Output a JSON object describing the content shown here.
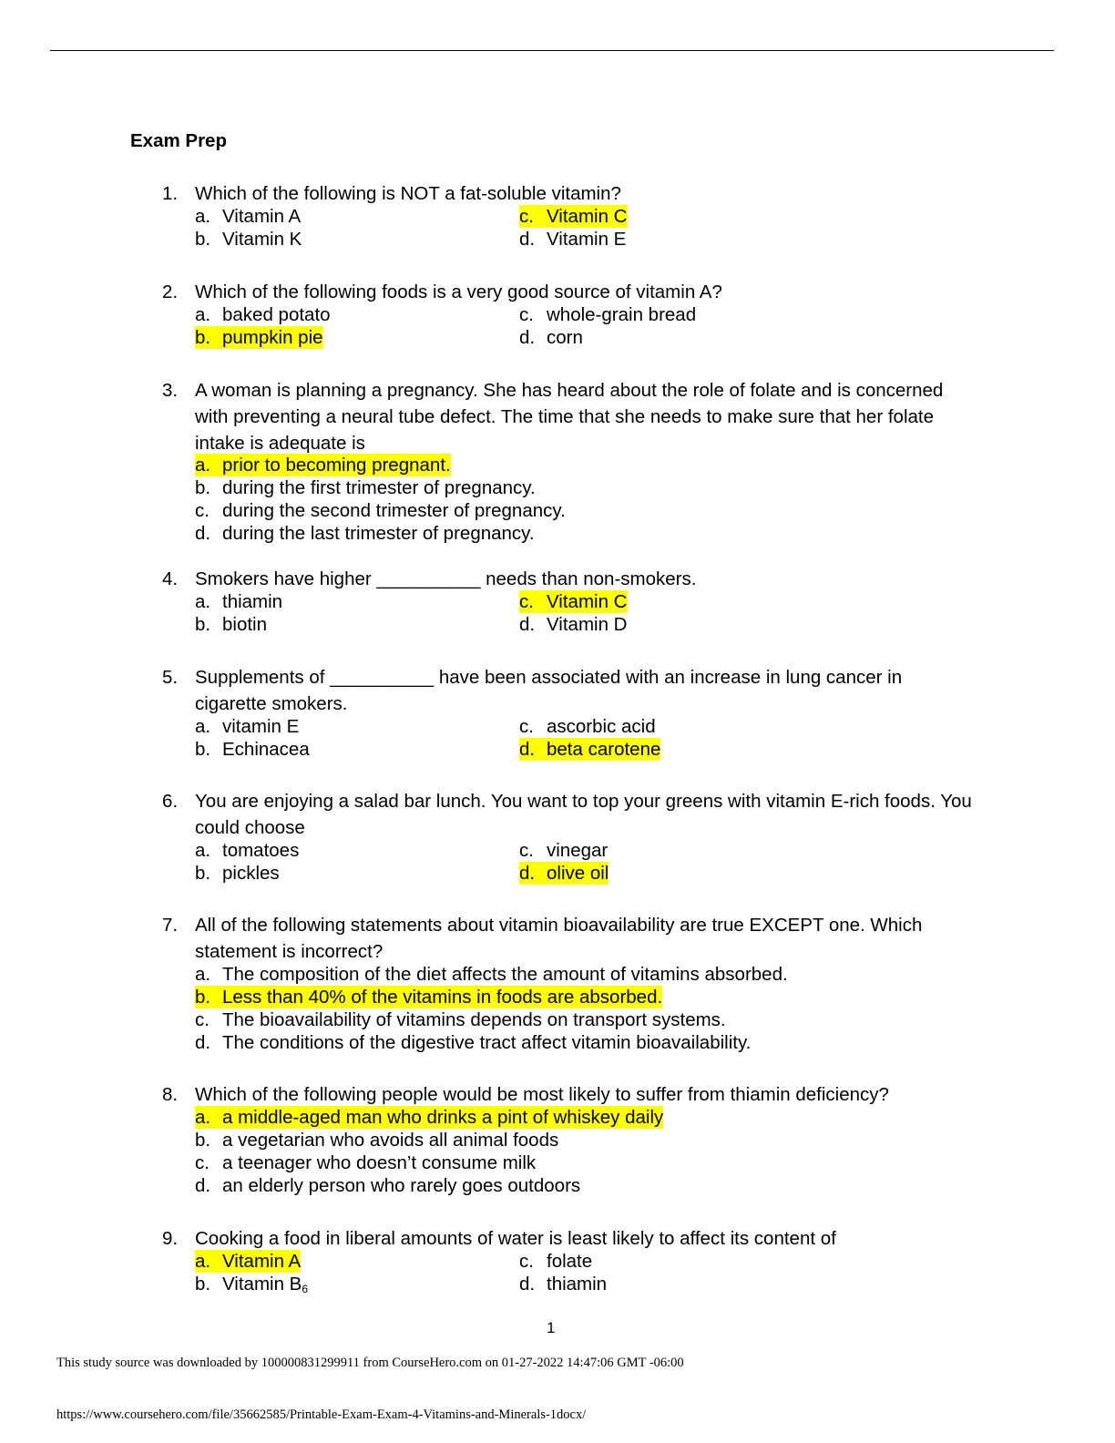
{
  "title": "Exam Prep",
  "questions": [
    {
      "num": "1.",
      "stem": "Which of the following is NOT a fat-soluble vitamin?",
      "options": [
        {
          "letter": "a.",
          "text": "Vitamin A"
        },
        {
          "letter": "b.",
          "text": "Vitamin K"
        },
        {
          "letter": "c.",
          "text": "Vitamin C"
        },
        {
          "letter": "d.",
          "text": "Vitamin E"
        }
      ]
    },
    {
      "num": "2.",
      "stem": "Which of the following foods is a very good source of vitamin A?",
      "options": [
        {
          "letter": "a.",
          "text": "baked potato"
        },
        {
          "letter": "b.",
          "text": "pumpkin pie"
        },
        {
          "letter": "c.",
          "text": "whole-grain bread"
        },
        {
          "letter": "d.",
          "text": "corn"
        }
      ]
    },
    {
      "num": "3.",
      "stem": "A woman is planning a pregnancy.  She has heard about the role of folate and is concerned with preventing a neural tube defect.  The time that she needs to make sure that her folate intake is adequate is",
      "options": [
        {
          "letter": "a.",
          "text": "prior to becoming pregnant."
        },
        {
          "letter": "b.",
          "text": "during the first trimester of pregnancy."
        },
        {
          "letter": "c.",
          "text": "during the second trimester of pregnancy."
        },
        {
          "letter": "d.",
          "text": "during the last trimester of pregnancy."
        }
      ]
    },
    {
      "num": "4.",
      "stem": "Smokers have higher __________ needs than non-smokers.",
      "options": [
        {
          "letter": "a.",
          "text": "thiamin"
        },
        {
          "letter": "b.",
          "text": "biotin"
        },
        {
          "letter": "c.",
          "text": "Vitamin C"
        },
        {
          "letter": "d.",
          "text": "Vitamin D"
        }
      ]
    },
    {
      "num": "5.",
      "stem": "Supplements of __________ have been associated with an increase in lung cancer in cigarette smokers.",
      "options": [
        {
          "letter": "a.",
          "text": "vitamin E"
        },
        {
          "letter": "b.",
          "text": "Echinacea"
        },
        {
          "letter": "c.",
          "text": "ascorbic acid"
        },
        {
          "letter": "d.",
          "text": "beta carotene"
        }
      ]
    },
    {
      "num": "6.",
      "stem": "You are enjoying a salad bar lunch.  You want to top your greens with vitamin E-rich foods.  You could choose",
      "options": [
        {
          "letter": "a.",
          "text": "tomatoes"
        },
        {
          "letter": "b.",
          "text": "pickles"
        },
        {
          "letter": "c.",
          "text": "vinegar"
        },
        {
          "letter": "d.",
          "text": "olive oil"
        }
      ]
    },
    {
      "num": "7.",
      "stem": "All of the following statements about vitamin bioavailability are true EXCEPT one.  Which statement is incorrect?",
      "options": [
        {
          "letter": "a.",
          "text": "The composition of the diet affects the amount of vitamins absorbed."
        },
        {
          "letter": "b.",
          "text": "Less than 40% of the vitamins in foods are absorbed."
        },
        {
          "letter": "c.",
          "text": "The bioavailability of vitamins depends on transport systems."
        },
        {
          "letter": "d.",
          "text": "The conditions of the digestive tract affect vitamin bioavailability."
        }
      ]
    },
    {
      "num": "8.",
      "stem": "Which of the following people would be most likely to suffer from thiamin deficiency?",
      "options": [
        {
          "letter": "a.",
          "text": "a middle-aged man who drinks a pint of whiskey daily"
        },
        {
          "letter": "b.",
          "text": "a vegetarian who avoids all animal foods"
        },
        {
          "letter": "c.",
          "text": "a teenager who doesn’t consume milk"
        },
        {
          "letter": "d.",
          "text": "an elderly person who rarely goes outdoors"
        }
      ]
    },
    {
      "num": "9.",
      "stem": "Cooking a food in liberal amounts of water is least likely to affect its content of",
      "options": [
        {
          "letter": "a.",
          "text": "Vitamin A"
        },
        {
          "letter": "b.",
          "text": "Vitamin B",
          "sub": "6"
        },
        {
          "letter": "c.",
          "text": "folate"
        },
        {
          "letter": "d.",
          "text": "thiamin"
        }
      ]
    }
  ],
  "page_number": "1",
  "footer_download": "This study source was downloaded by 100000831299911 from CourseHero.com on 01-27-2022 14:47:06 GMT -06:00",
  "footer_url": "https://www.coursehero.com/file/35662585/Printable-Exam-Exam-4-Vitamins-and-Minerals-1docx/",
  "highlight_color": "#ffff00"
}
